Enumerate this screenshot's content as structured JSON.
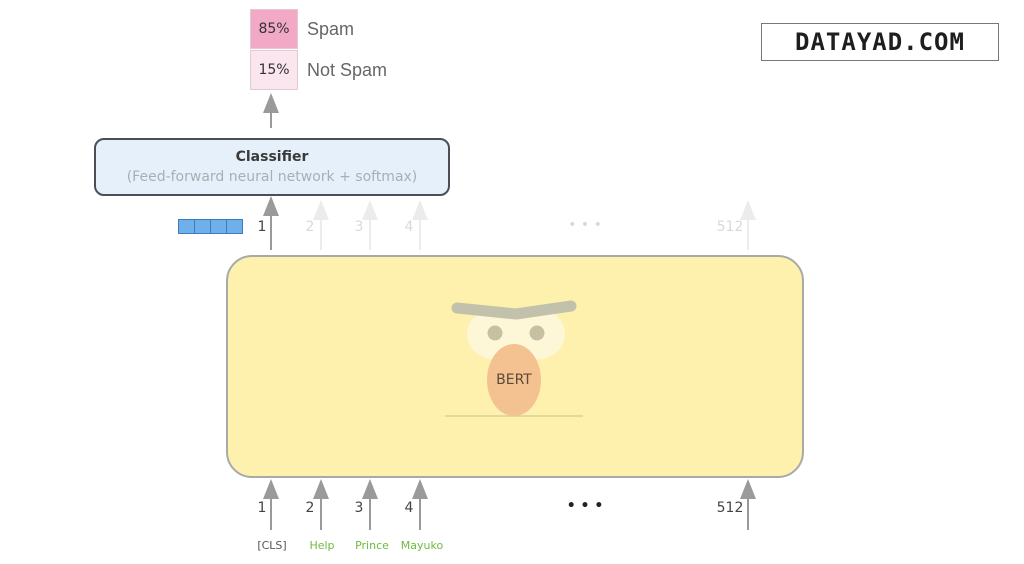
{
  "outputs": [
    {
      "percent": "85%",
      "label": "Spam",
      "color": "#f2a9c5"
    },
    {
      "percent": "15%",
      "label": "Not Spam",
      "color": "#fbe5ee"
    }
  ],
  "classifier": {
    "title": "Classifier",
    "subtitle": "(Feed-forward neural network + softmax)"
  },
  "bert_label": "BERT",
  "output_positions": [
    "1",
    "2",
    "3",
    "4",
    "• • •",
    "512"
  ],
  "input_positions": [
    "1",
    "2",
    "3",
    "4",
    "• • •",
    "512"
  ],
  "input_tokens": [
    "[CLS]",
    "Help",
    "Prince",
    "Mayuko"
  ],
  "logo": "DATAYAD.COM",
  "colors": {
    "bert_body": "#fdf1ad",
    "classifier_fill": "#e6f0fa",
    "token_green": "#6dbb3f",
    "vector_blue": "#6fb0ea"
  }
}
